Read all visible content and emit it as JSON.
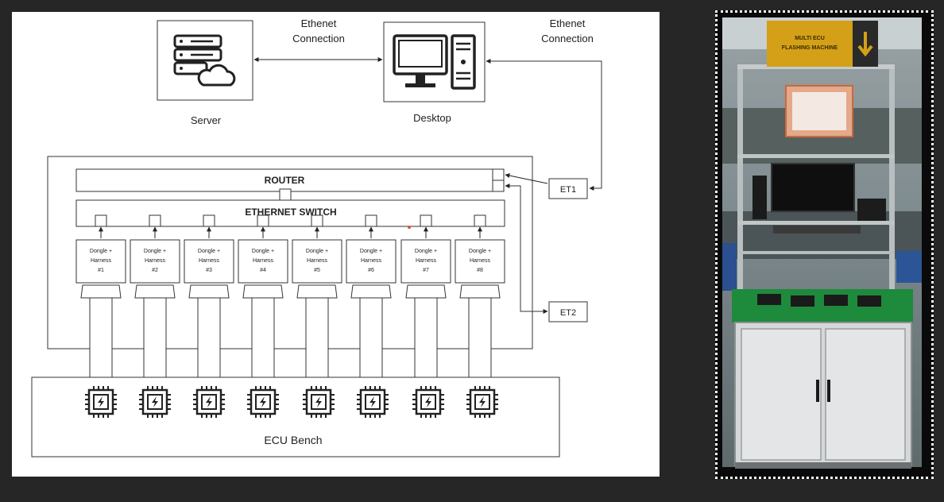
{
  "diagram": {
    "server_label": "Server",
    "desktop_label": "Desktop",
    "connection_left_label": [
      "Ethenet",
      "Connection"
    ],
    "connection_right_label": [
      "Ethenet",
      "Connection"
    ],
    "router_label": "ROUTER",
    "switch_label": "ETHERNET SWITCH",
    "et1_label": "ET1",
    "et2_label": "ET2",
    "bench_label": "ECU Bench",
    "dongle_line1": "Dongle +",
    "dongle_line2": "Harness",
    "dongle_numbers": [
      "#1",
      "#2",
      "#3",
      "#4",
      "#5",
      "#6",
      "#7",
      "#8"
    ],
    "icons": {
      "server": "server-cloud-icon",
      "desktop": "desktop-computer-icon",
      "ecu": "ecu-chip-icon"
    }
  },
  "photo": {
    "sign_line1": "MULTI ECU",
    "sign_line2": "FLASHING MACHINE",
    "sign_color": "#d4a017",
    "cabinet_top_color": "#1e8a3c"
  }
}
